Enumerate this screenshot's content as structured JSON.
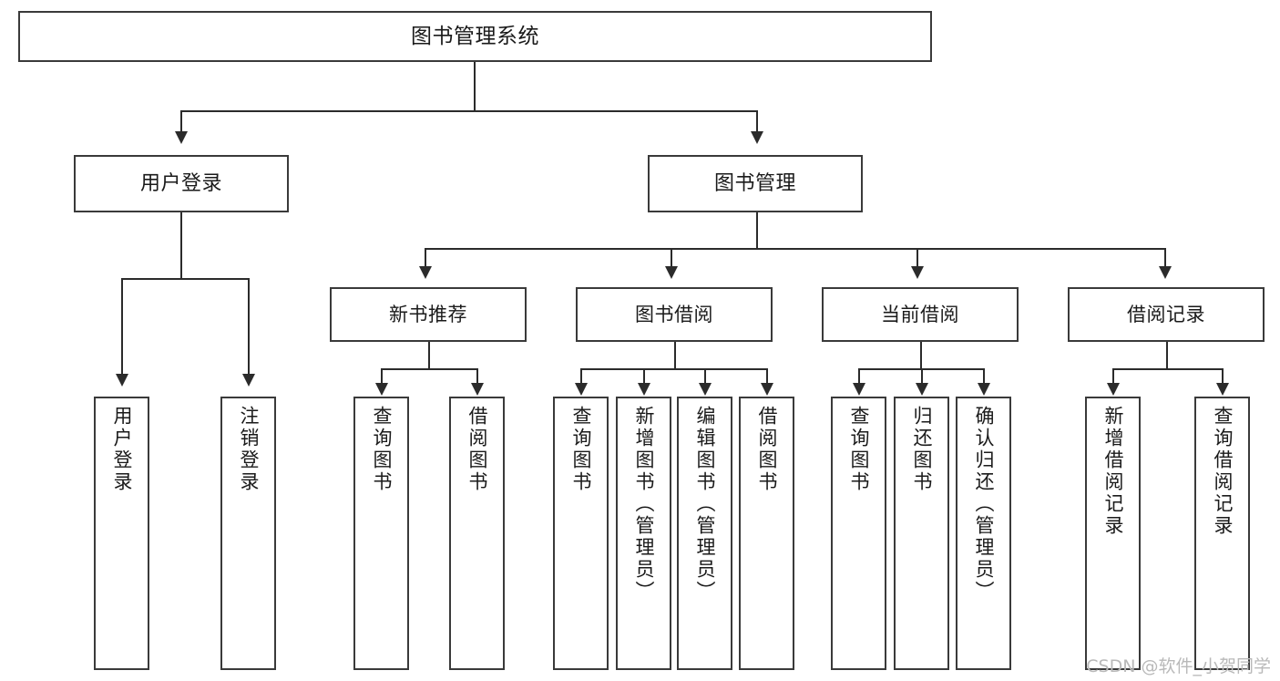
{
  "diagram": {
    "type": "tree",
    "title": "图书管理系统",
    "orientation": "top-down",
    "colors": {
      "box_border": "#3a3a3a",
      "connector": "#2b2b2b",
      "background": "#ffffff",
      "text": "#1a1a1a",
      "watermark": "#b9b9b9"
    }
  },
  "root": {
    "label": "图书管理系统"
  },
  "level2": [
    {
      "label": "用户登录"
    },
    {
      "label": "图书管理"
    }
  ],
  "level3": [
    {
      "label": "新书推荐"
    },
    {
      "label": "图书借阅"
    },
    {
      "label": "当前借阅"
    },
    {
      "label": "借阅记录"
    }
  ],
  "leaves": {
    "user_login": [
      {
        "label": "用户登录"
      },
      {
        "label": "注销登录"
      }
    ],
    "new_book_recommend": [
      {
        "label": "查询图书"
      },
      {
        "label": "借阅图书"
      }
    ],
    "book_borrow": [
      {
        "label": "查询图书"
      },
      {
        "label": "新增图书（管理员）"
      },
      {
        "label": "编辑图书（管理员）"
      },
      {
        "label": "借阅图书"
      }
    ],
    "current_borrow": [
      {
        "label": "查询图书"
      },
      {
        "label": "归还图书"
      },
      {
        "label": "确认归还（管理员）"
      }
    ],
    "borrow_record": [
      {
        "label": "新增借阅记录"
      },
      {
        "label": "查询借阅记录"
      }
    ]
  },
  "watermark": {
    "text": "CSDN @软件_小贺同学"
  }
}
